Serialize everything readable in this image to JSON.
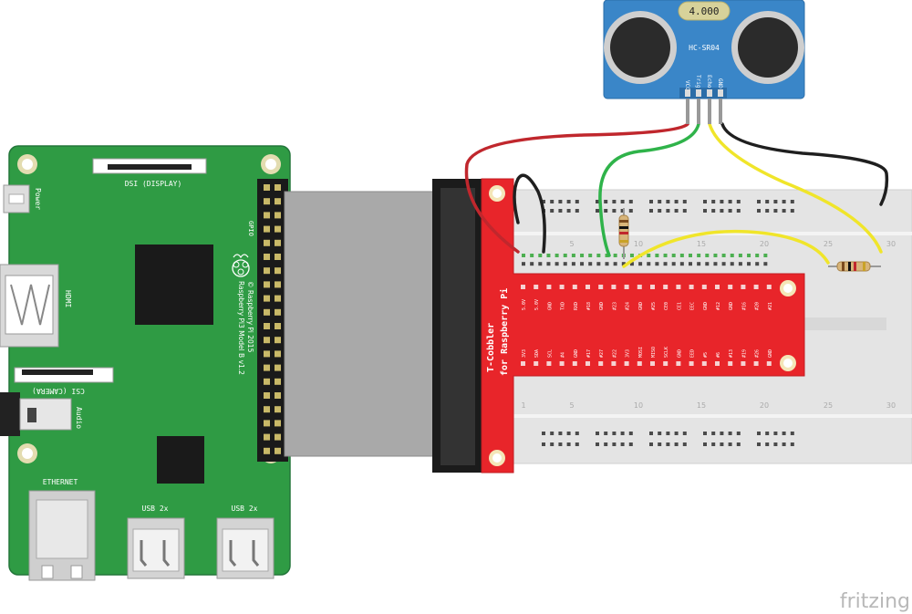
{
  "rpi": {
    "power_label": "Power",
    "dsi_label": "DSI (DISPLAY)",
    "hdmi_label": "HDMI",
    "csi_label": "CSI (CAMERA)",
    "audio_label": "Audio",
    "ethernet_label": "ETHERNET",
    "usb_left_label": "USB 2x",
    "usb_right_label": "USB 2x",
    "gpio_label": "GPIO",
    "model_line1": "Raspberry Pi3 Model B v1.2",
    "model_line2": "© Raspberry Pi 2015",
    "board_color": "#2f9b44"
  },
  "cobbler": {
    "title_line1": "T-Cobbler",
    "title_line2": "for Raspberry Pi",
    "top_pins": [
      "5.0V",
      "5.0V",
      "GND",
      "TXD",
      "RXD",
      "#18",
      "GND",
      "#23",
      "#24",
      "GND",
      "#25",
      "CE0",
      "CE1",
      "EEC",
      "GND",
      "#12",
      "GND",
      "#16",
      "#20",
      "#21"
    ],
    "bottom_pins": [
      "3V3",
      "SDA",
      "SCL",
      "#4",
      "GND",
      "#17",
      "#27",
      "#22",
      "3V3",
      "MOSI",
      "MISO",
      "SCLK",
      "GND",
      "EED",
      "#5",
      "#6",
      "#13",
      "#19",
      "#26",
      "GND"
    ],
    "color": "#e8252a"
  },
  "breadboard": {
    "col_numbers_top": [
      "5",
      "10",
      "15",
      "20",
      "25",
      "30"
    ],
    "col_numbers_bottom": [
      "1",
      "5",
      "10",
      "15",
      "20",
      "25",
      "30"
    ]
  },
  "sensor": {
    "display_value": "4.000",
    "model": "HC-SR04",
    "pins": [
      "VCC",
      "Trig",
      "Echo",
      "GND"
    ],
    "color": "#3a86c8"
  },
  "wires": {
    "red": "#c0272d",
    "black": "#1f1f1f",
    "green": "#2fb34a",
    "yellow": "#f0e52a"
  },
  "watermark": "fritzing"
}
